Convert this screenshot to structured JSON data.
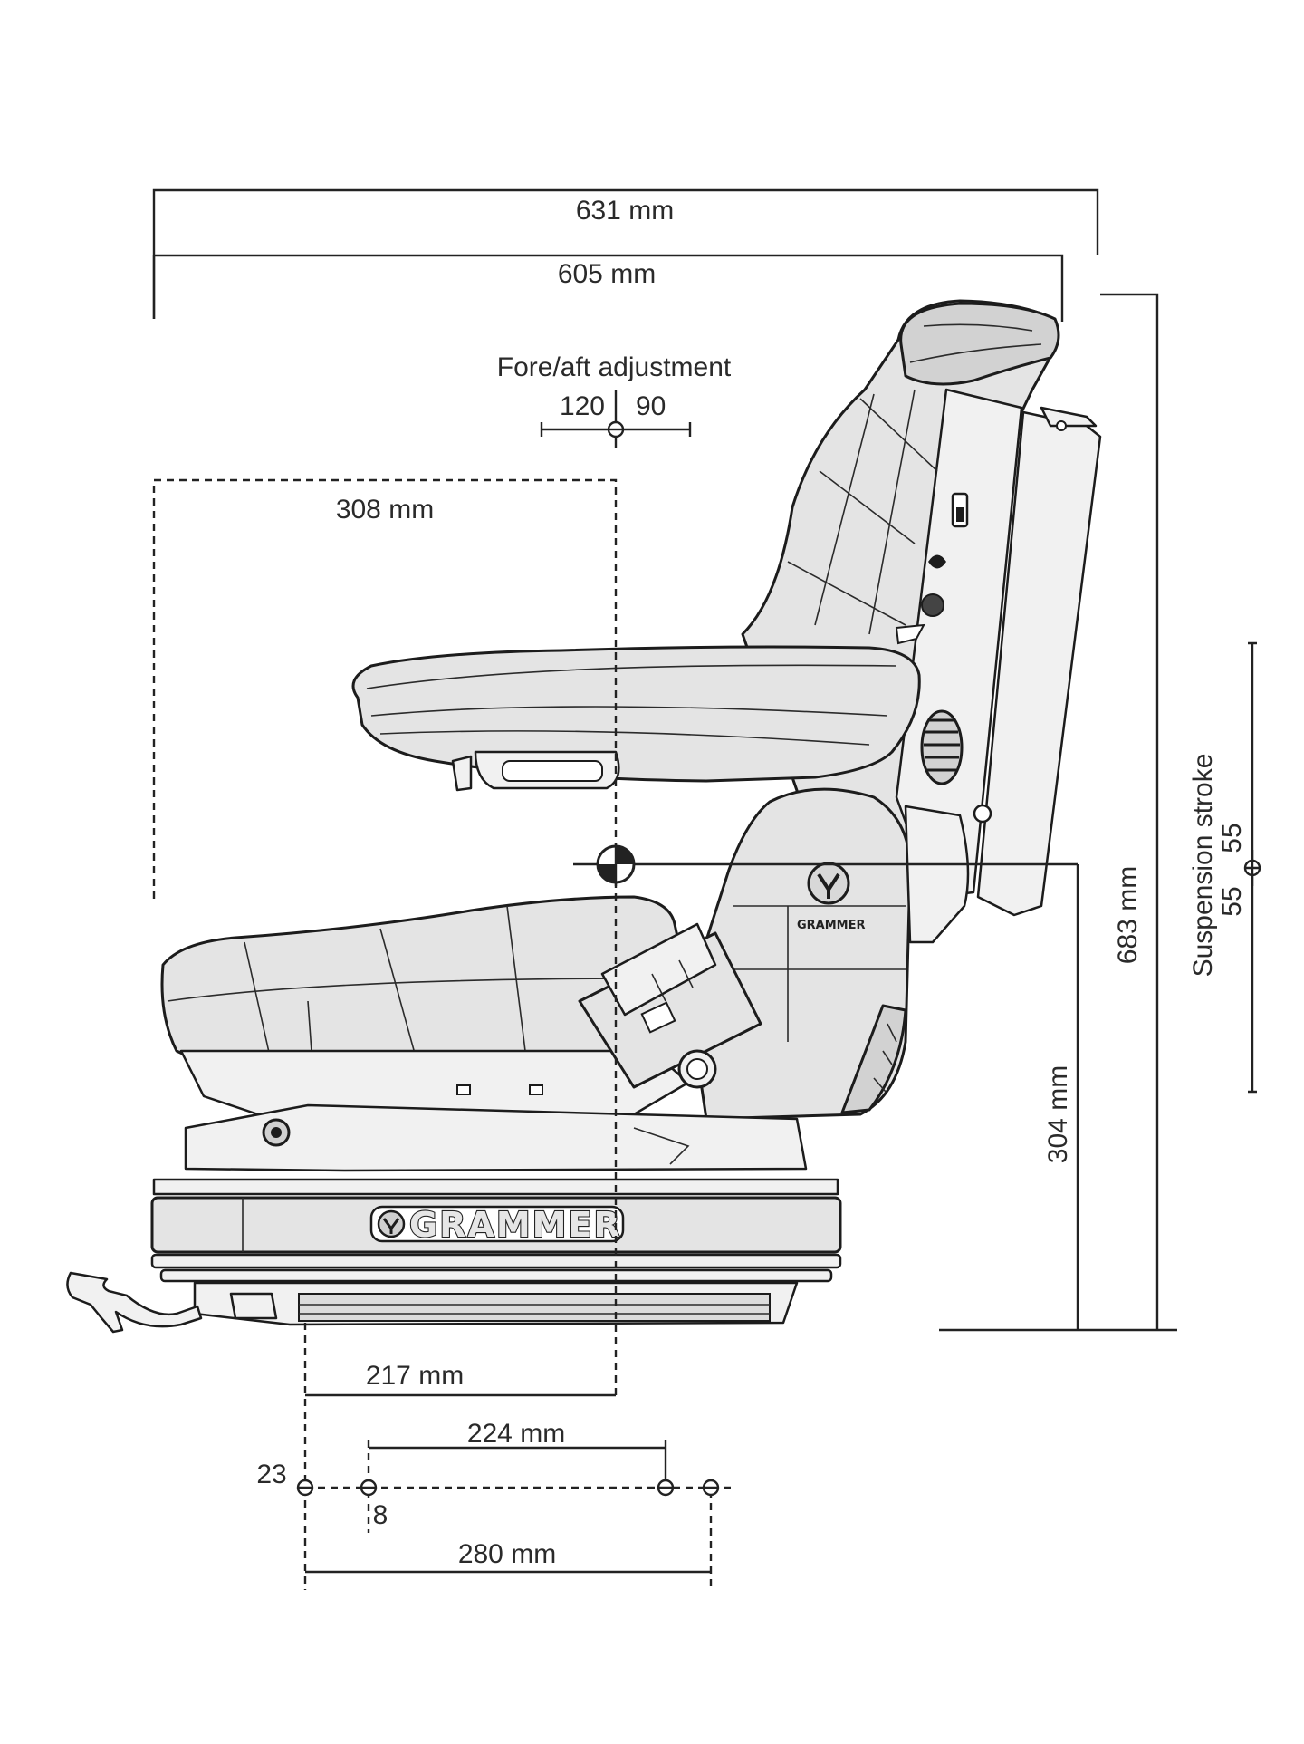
{
  "dimensions": {
    "overall_length": "631 mm",
    "backrest_length": "605 mm",
    "fore_aft_title": "Fore/aft adjustment",
    "fore_aft_back": "120",
    "fore_aft_forward": "90",
    "seat_reference_depth": "308 mm",
    "overall_height": "683 mm",
    "seat_height": "304 mm",
    "suspension_title": "Suspension stroke",
    "suspension_up": "55",
    "suspension_down": "55",
    "mount_to_reference": "217 mm",
    "hole_spacing_inner": "224 mm",
    "hole_spacing_outer": "280 mm",
    "hole_offset_vertical": "23",
    "hole_offset_horizontal": "8"
  },
  "branding": {
    "base_logo_text": "GRAMMER",
    "console_logo_text": "GRAMMER"
  }
}
